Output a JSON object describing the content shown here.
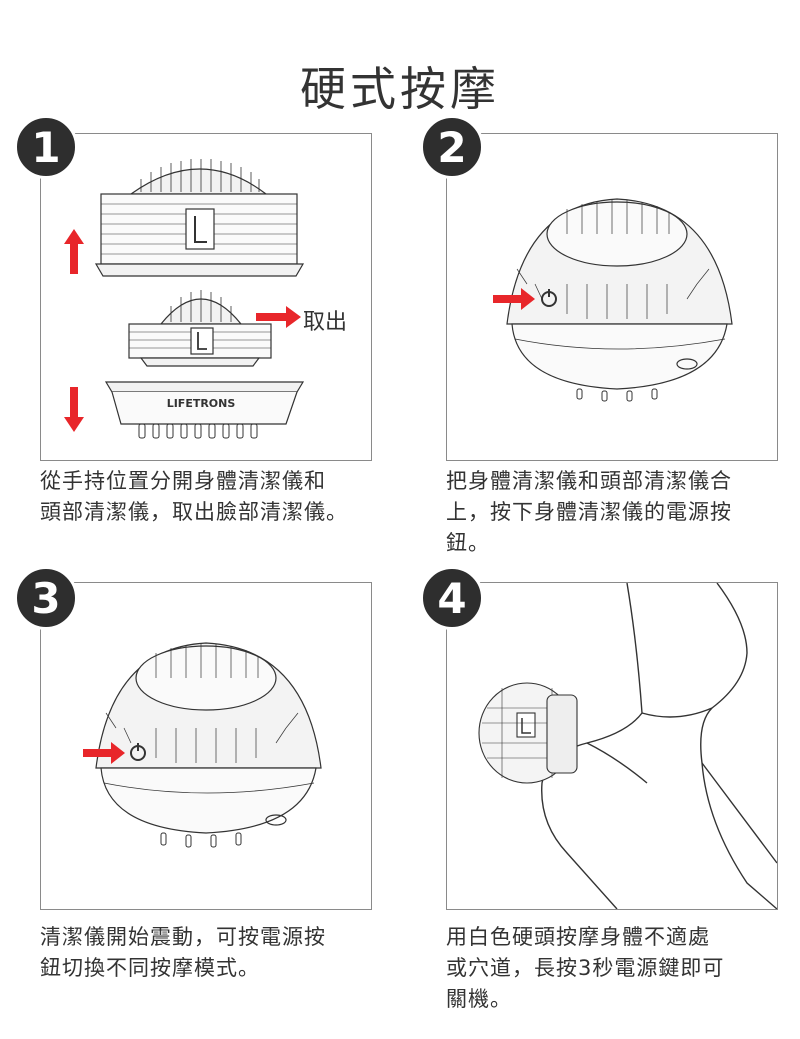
{
  "title": "硬式按摩",
  "steps": [
    {
      "number": "1",
      "caption_lines": [
        "從手持位置分開身體清潔儀和",
        "頭部清潔儀，取出臉部清潔儀。"
      ],
      "label": "取出",
      "brand": "LIFETRONS"
    },
    {
      "number": "2",
      "caption_lines": [
        "把身體清潔儀和頭部清潔儀合",
        "上，按下身體清潔儀的電源按",
        "鈕。"
      ]
    },
    {
      "number": "3",
      "caption_lines": [
        "清潔儀開始震動，可按電源按",
        "鈕切換不同按摩模式。"
      ]
    },
    {
      "number": "4",
      "caption_lines": [
        "用白色硬頭按摩身體不適處",
        "或穴道，長按3秒電源鍵即可",
        "關機。"
      ]
    }
  ],
  "colors": {
    "arrow": "#e8262a",
    "badge": "#2e2e2e",
    "border": "#8a8a8a",
    "line": "#333333"
  }
}
